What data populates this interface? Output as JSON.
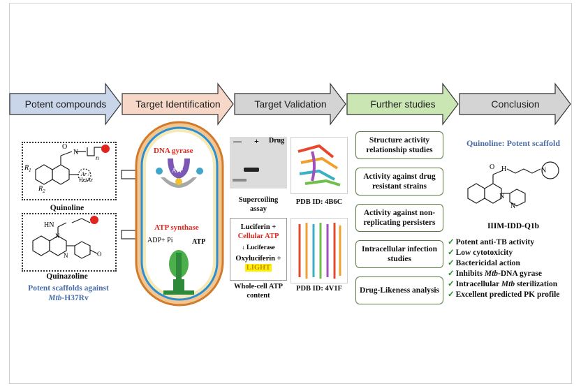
{
  "workflow": {
    "stages": [
      {
        "label": "Potent compounds",
        "color": "#c9d6ea"
      },
      {
        "label": "Target Identification",
        "color": "#f6d7c8"
      },
      {
        "label": "Target Validation",
        "color": "#d4d4d4"
      },
      {
        "label": "Further studies",
        "color": "#c9e6b3"
      },
      {
        "label": "Conclusion",
        "color": "#d4d4d4"
      }
    ]
  },
  "compounds": {
    "quinoline_label": "Quinoline",
    "quinazoline_label": "Quinazoline",
    "scaffold_caption_line1": "Potent scaffolds against",
    "scaffold_caption_mtb": "Mtb",
    "scaffold_caption_strain": "-H37Rv",
    "atoms": {
      "n": "n",
      "r1": "R",
      "r1_sub": "1",
      "r2": "R",
      "r2_sub": "2",
      "ar": "Ar /",
      "hetar": "HetAr",
      "hn": "HN",
      "ome": "O",
      "h": "H",
      "nq": "N"
    }
  },
  "target_identification": {
    "dna_gyrase": "DNA gyrase",
    "atp_in_gyrase": "ATP",
    "atp_synthase": "ATP synthase",
    "adp_pi": "ADP+ Pi",
    "atp": "ATP"
  },
  "target_validation": {
    "gel_lane_minus": "—",
    "gel_lane_plus": "+",
    "gel_lane_drug": "Drug",
    "supercoiling_line1": "Supercoiling",
    "supercoiling_line2": "assay",
    "pdb1": "PDB ID: 4B6C",
    "luciferin": "Luciferin +",
    "cellular_atp": "Cellular ATP",
    "luciferase": "Luciferase",
    "oxyluciferin": "Oxyluciferin +",
    "light": "LIGHT",
    "whole_cell_line1": "Whole-cell ATP",
    "whole_cell_line2": "content",
    "pdb2": "PDB ID: 4V1F"
  },
  "further_studies": [
    "Structure activity relationship  studies",
    "Activity against drug resistant strains",
    "Activity against non-replicating persisters",
    "Intracellular infection studies",
    "Drug-Likeness analysis"
  ],
  "conclusion": {
    "heading": "Quinoline: Potent scaffold",
    "compound_name": "IIIM-IDD-Q1b",
    "h_label": "H",
    "n_label": "N",
    "o_label": "O",
    "check": "✓",
    "bullets": [
      {
        "pre": "Potent anti-TB activity",
        "em": "",
        "post": ""
      },
      {
        "pre": "Low cytotoxicity",
        "em": "",
        "post": ""
      },
      {
        "pre": "Bactericidal action",
        "em": "",
        "post": ""
      },
      {
        "pre": "Inhibits ",
        "em": "Mtb",
        "post": "-DNA gyrase"
      },
      {
        "pre": "Intracellular ",
        "em": "Mtb",
        "post": " sterilization"
      },
      {
        "pre": "Excellent predicted PK profile",
        "em": "",
        "post": ""
      }
    ]
  }
}
